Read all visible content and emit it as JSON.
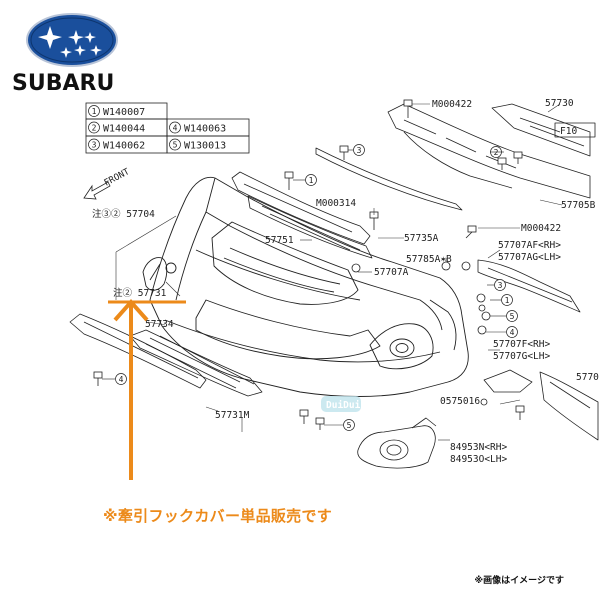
{
  "brand": {
    "name": "SUBARU",
    "logo_icon": "subaru-pleiades-logo"
  },
  "legend": [
    {
      "num": "1",
      "code": "W140007"
    },
    {
      "num": "2",
      "code": "W140044"
    },
    {
      "num": "3",
      "code": "W140062"
    },
    {
      "num": "4",
      "code": "W140063"
    },
    {
      "num": "5",
      "code": "W130013"
    }
  ],
  "front_label": "FRONT",
  "part_labels": {
    "p57704": "注③② 57704",
    "p57731": "注② 57731",
    "p57734": "57734",
    "p57731M": "57731M",
    "pM000422a": "M000422",
    "pM000422b": "M000422",
    "p57730": "57730",
    "pF10": "F10",
    "p57705B": "57705B",
    "pM000314": "M000314",
    "p57751": "57751",
    "p57735A": "57735A",
    "p57707AF": "57707AF<RH>",
    "p57707AG": "57707AG<LH>",
    "p57785A": "57785A✶B",
    "p57707A": "57707A",
    "p57707F": "57707F<RH>",
    "p57707G": "57707G<LH>",
    "p57707": "5770",
    "p0575016": "0575016",
    "p84953N": "84953N<RH>",
    "p84953O": "84953O<LH>"
  },
  "watermark": "DuiDui",
  "note_text": "※牽引フックカバー単品販売です",
  "disclaimer": "※画像はイメージです",
  "colors": {
    "highlight": "#ec8a1a",
    "logo_blue": "#1a4f9c",
    "line": "#222222",
    "sub_line": "#555555"
  }
}
